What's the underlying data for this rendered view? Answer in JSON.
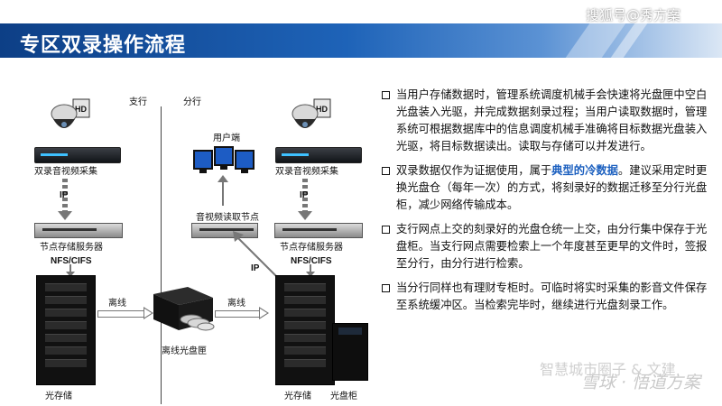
{
  "header": {
    "title": "专区双录操作流程",
    "watermark": "搜狐号@秀方案"
  },
  "diagram": {
    "col_left": "支行",
    "col_right": "分行",
    "left_recorder_label": "双录音视频采集",
    "right_recorder_label": "双录音视频采集",
    "left_ip": "IP",
    "right_ip": "IP",
    "diag_ip": "IP",
    "left_node_server": "节点存储服务器",
    "right_node_server": "节点存储服务器",
    "left_protocol": "NFS/CIFS",
    "right_protocol": "NFS/CIFS",
    "user_terminal": "用户端",
    "av_read_node": "音视频读取节点",
    "offline_left": "离线",
    "offline_right": "离线",
    "offline_disc_box": "离线光盘匣",
    "left_storage": "光存储",
    "right_storage": "光存储",
    "disc_cabinet": "光盘柜",
    "hd_badge": "HD"
  },
  "bullets": [
    {
      "text": "当用户存储数据时，管理系统调度机械手会快速将光盘匣中空白光盘装入光驱，并完成数据刻录过程；当用户读取数据时，管理系统可根据数据库中的信息调度机械手准确将目标数据光盘装入光驱，将目标数据读出。读取与存储可以并发进行。"
    },
    {
      "pre": "双录数据仅作为证据使用，属于",
      "highlight": "典型的冷数据",
      "post": "。建议采用定时更换光盘仓（每年一次）的方式，将刻录好的数据迁移至分行光盘柜，减少网络传输成本。"
    },
    {
      "text": "支行网点上交的刻录好的光盘仓统一上交，由分行集中保存于光盘柜。当支行网点需要检索上一个年度甚至更早的文件时，签报至分行，由分行进行检索。"
    },
    {
      "text": "当分行同样也有理财专柜时。可临时将实时采集的影音文件保存至系统缓冲区。当检索完毕时，继续进行光盘刻录工作。"
    }
  ],
  "footer_watermark_1": "智慧城市圈子 & 文建",
  "footer_watermark_2": "雪球 · 悟道方案",
  "colors": {
    "banner_dark": "#0d3f86",
    "banner_mid": "#1e63b8",
    "highlight": "#1b5fbf"
  }
}
